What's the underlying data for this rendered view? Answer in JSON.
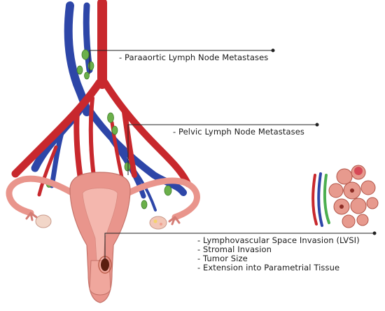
{
  "labels": {
    "paraaortic": "- Paraaortic Lymph Node Metastases",
    "pelvic": "- Pelvic Lymph Node Metastases",
    "local_factors": [
      "- Lymphovascular Space Invasion (LVSI)",
      "- Stromal Invasion",
      "- Tumor Size",
      "- Extension into Parametrial Tissue"
    ]
  },
  "colors": {
    "artery": "#c8282d",
    "vein": "#2d46a8",
    "lymph_node": "#6bb04a",
    "uterus": "#e9958c",
    "uterus_inner": "#f4b7ae",
    "tumor": "#5a1e10",
    "leader_line": "#222222"
  }
}
